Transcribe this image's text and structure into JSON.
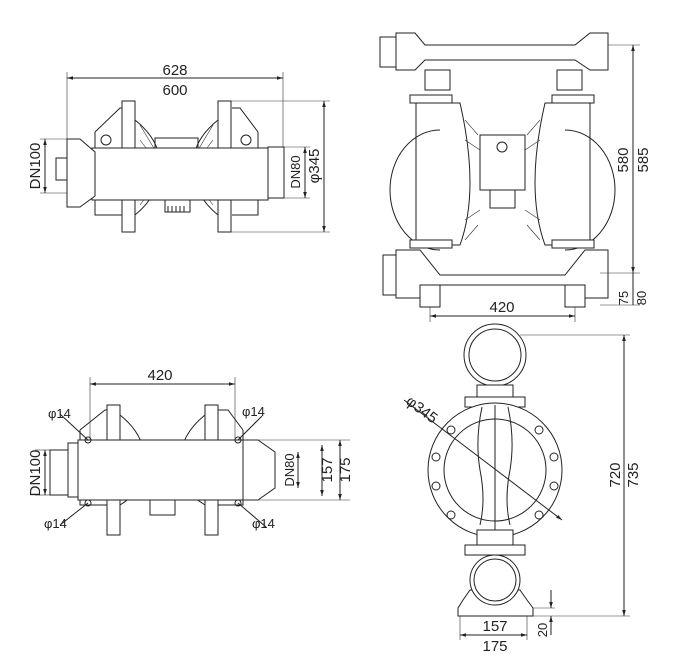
{
  "top_view": {
    "overall_length_outer": "628",
    "overall_length_inner": "600",
    "inlet_size": "DN100",
    "outlet_size": "DN80",
    "chamber_diameter": "φ345"
  },
  "front_view": {
    "height_outer": "580",
    "height_inner": "585",
    "base_height_a": "75",
    "base_height_b": "80",
    "base_width": "420"
  },
  "bottom_view": {
    "bolt_spacing": "420",
    "hole_top_left": "φ14",
    "hole_top_right": "φ14",
    "hole_bottom_left": "φ14",
    "hole_bottom_right": "φ14",
    "inlet_size": "DN100",
    "outlet_size": "DN80",
    "depth_inner": "157",
    "depth_outer": "175"
  },
  "side_view": {
    "chamber_diameter": "φ345",
    "height_inner": "720",
    "height_outer": "735",
    "foot_width_inner": "157",
    "foot_width_outer": "175",
    "foot_height": "20"
  }
}
